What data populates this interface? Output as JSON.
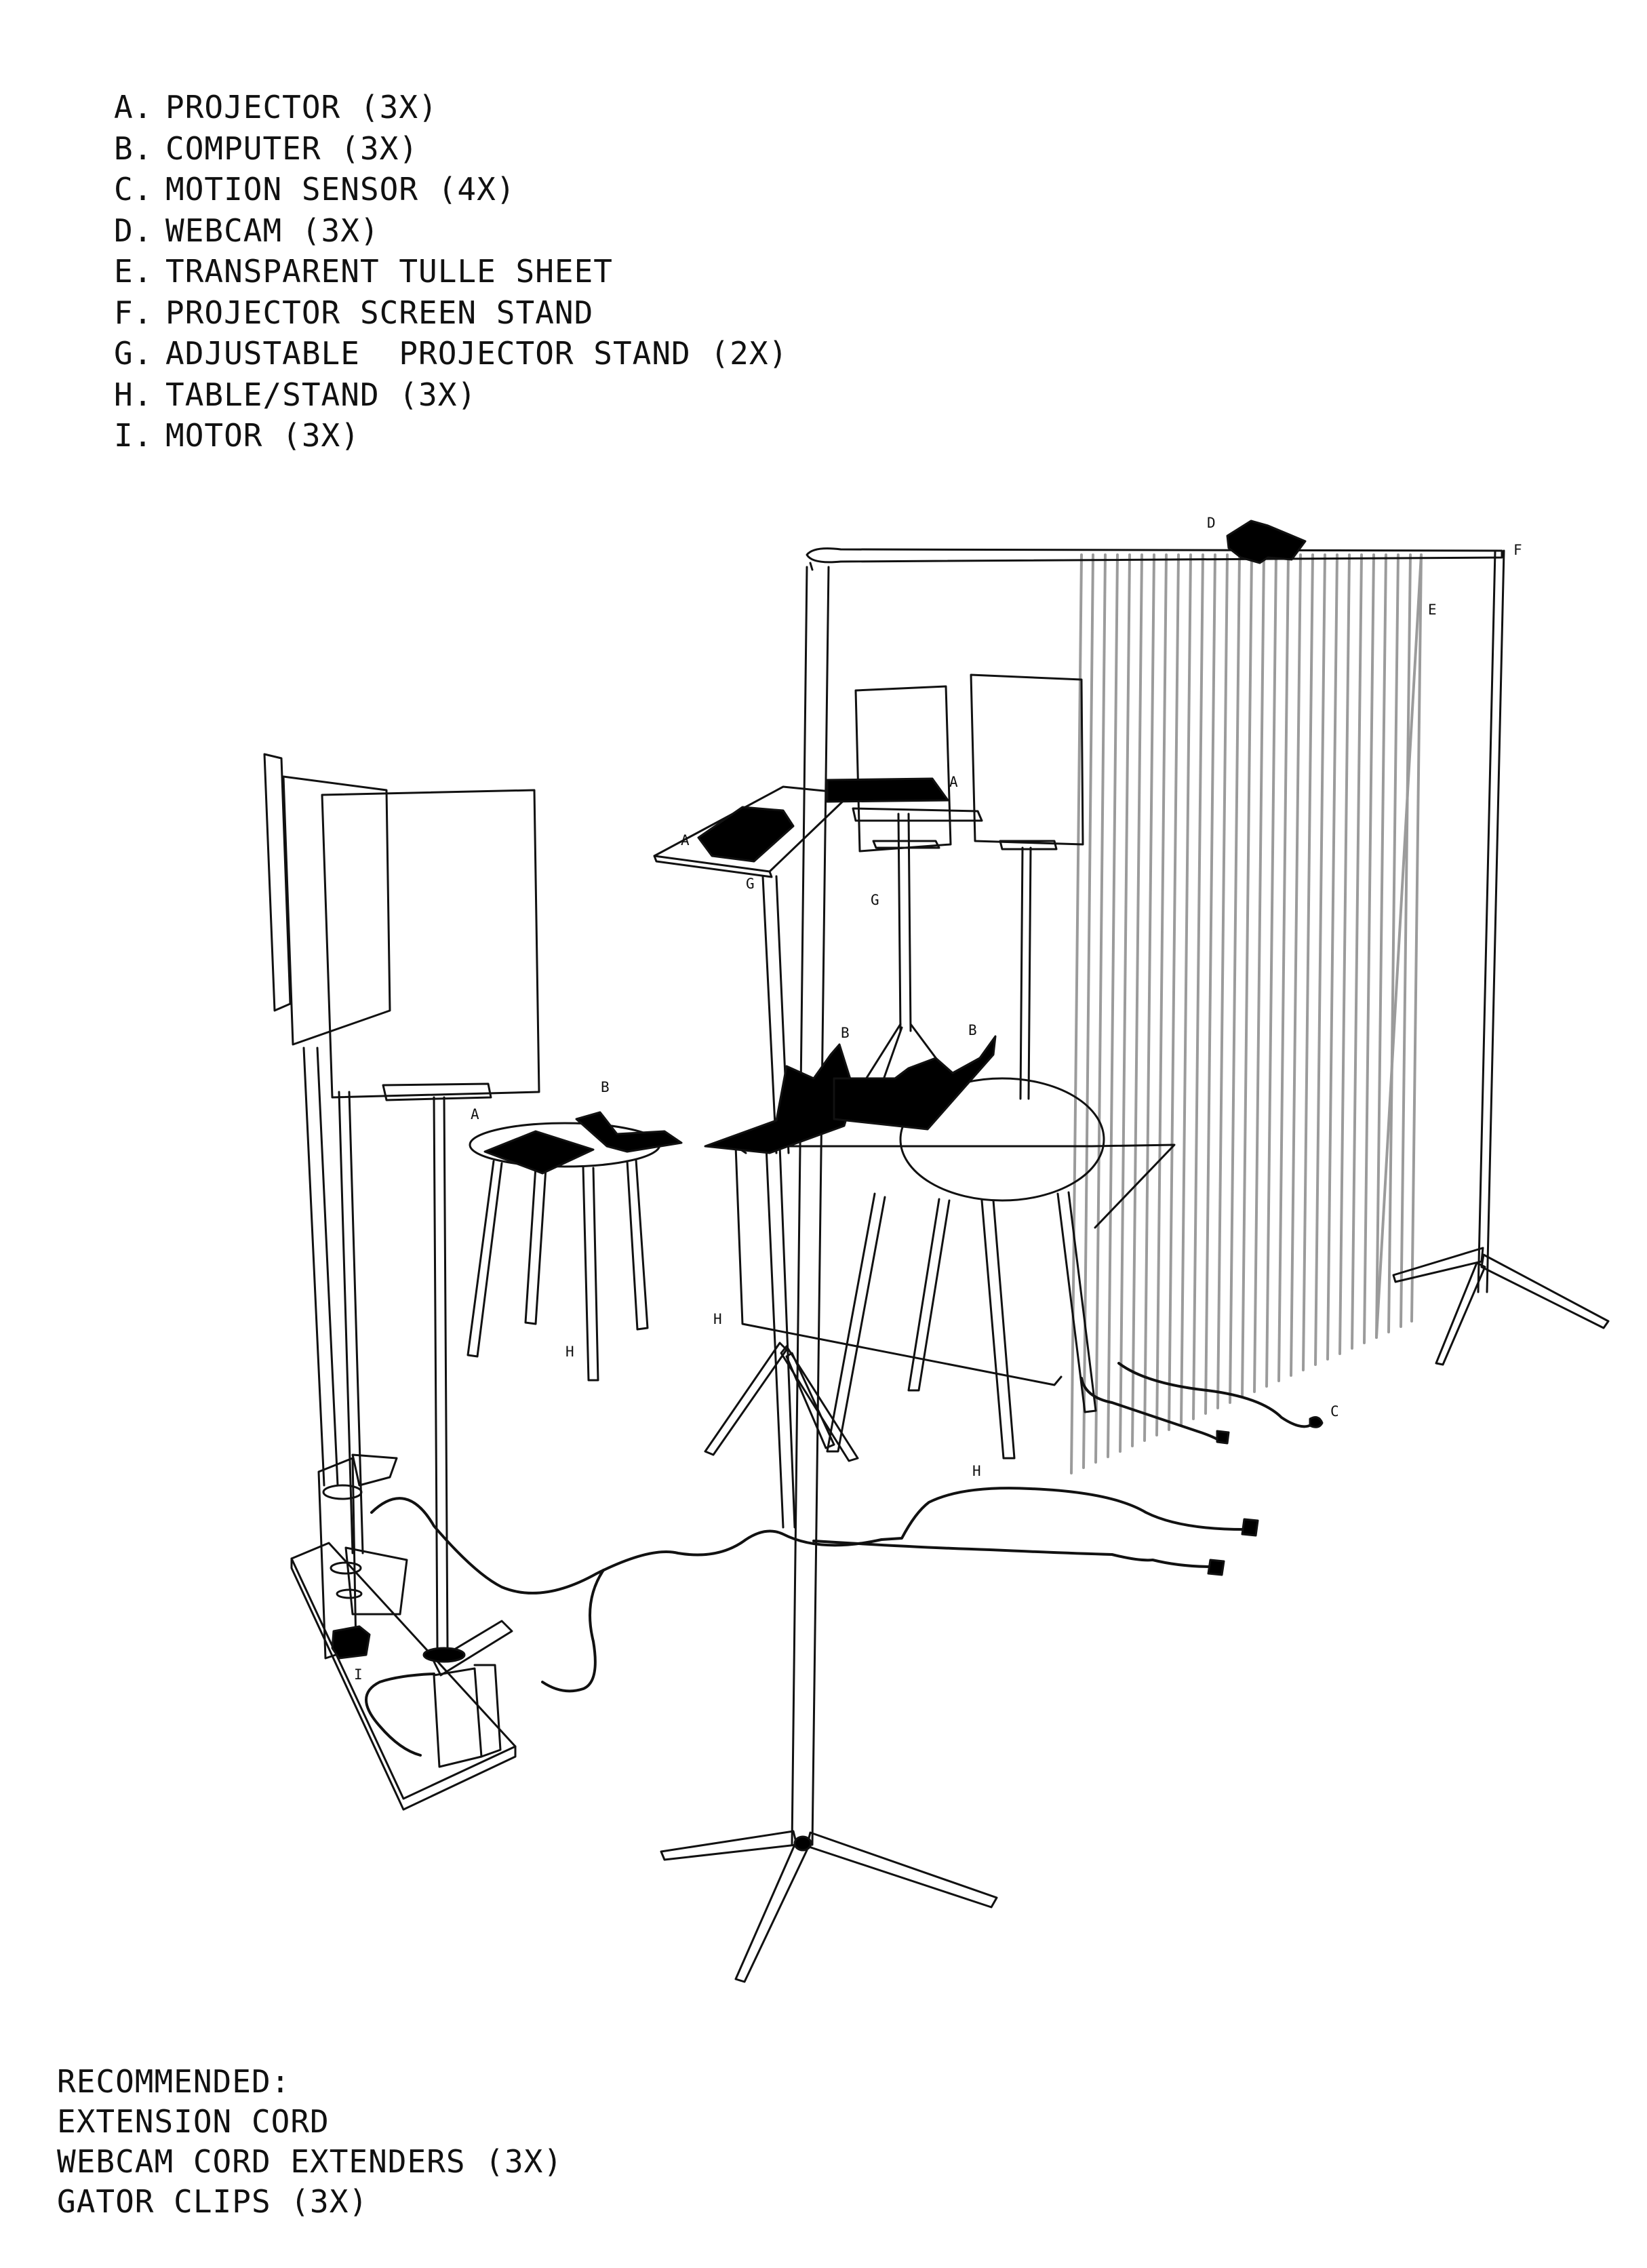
{
  "legend": {
    "items": [
      {
        "key": "A.",
        "text": "PROJECTOR (3X)"
      },
      {
        "key": "B.",
        "text": "COMPUTER (3X)"
      },
      {
        "key": "C.",
        "text": "MOTION SENSOR (4X)"
      },
      {
        "key": "D.",
        "text": "WEBCAM (3X)"
      },
      {
        "key": "E.",
        "text": "TRANSPARENT TULLE SHEET"
      },
      {
        "key": "F.",
        "text": "PROJECTOR SCREEN STAND"
      },
      {
        "key": "G.",
        "text": "ADJUSTABLE  PROJECTOR STAND (2X)"
      },
      {
        "key": "H.",
        "text": "TABLE/STAND (3X)"
      },
      {
        "key": "I.",
        "text": "MOTOR (3X)"
      }
    ]
  },
  "recommended": {
    "lines": [
      "RECOMMENDED:",
      "EXTENSION CORD",
      "WEBCAM CORD EXTENDERS (3X)",
      "GATOR CLIPS (3X)"
    ]
  },
  "callouts": {
    "a1": "A",
    "a2": "A",
    "a3": "A",
    "b1": "B",
    "b2": "B",
    "b3": "B",
    "c": "C",
    "d": "D",
    "e": "E",
    "f": "F",
    "g1": "G",
    "g2": "G",
    "h1": "H",
    "h2": "H",
    "h3": "H",
    "i": "I"
  },
  "colors": {
    "line": "#111111",
    "fill": "#000000",
    "tulle": "#8a8a8a",
    "background": "#ffffff"
  }
}
